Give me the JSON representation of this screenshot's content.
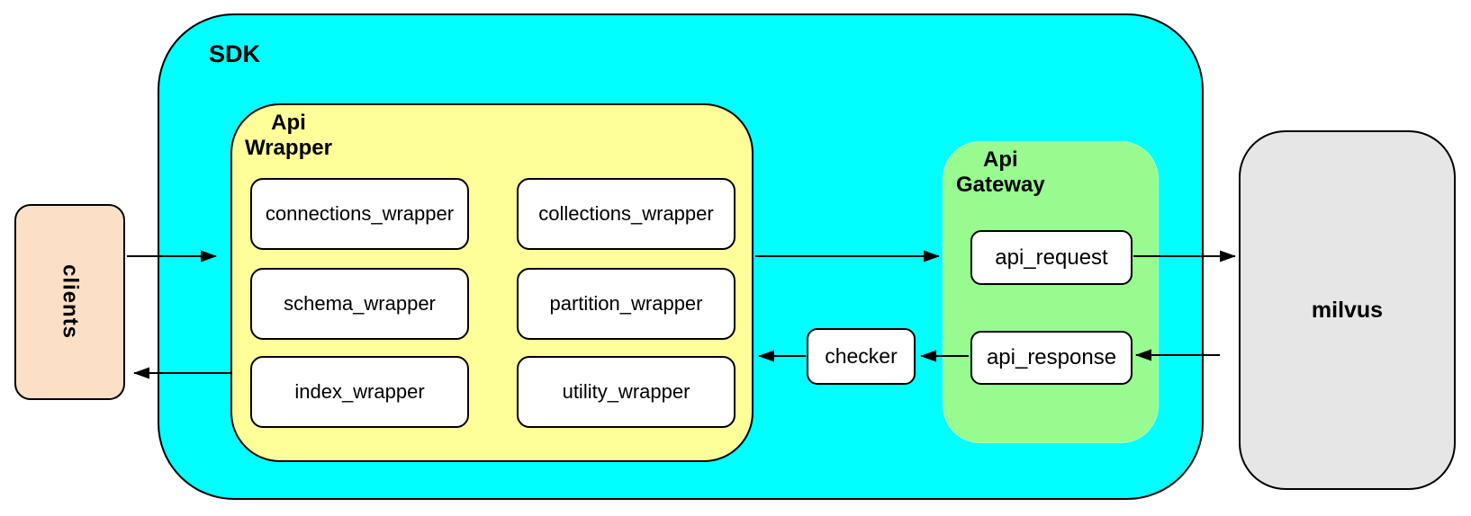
{
  "nodes": {
    "clients": {
      "label": "clients",
      "fill": "#FBE0C7"
    },
    "sdk": {
      "label": "SDK",
      "fill": "#00FFFF"
    },
    "api_wrapper": {
      "label_line1": "Api",
      "label_line2": "Wrapper",
      "fill": "#FFFF99",
      "boxes": [
        "connections_wrapper",
        "collections_wrapper",
        "schema_wrapper",
        "partition_wrapper",
        "index_wrapper",
        "utility_wrapper"
      ]
    },
    "checker": {
      "label": "checker",
      "fill": "#FFFFFF"
    },
    "api_gateway": {
      "label_line1": "Api",
      "label_line2": "Gateway",
      "fill": "#97FB8F",
      "boxes": [
        "api_request",
        "api_response"
      ]
    },
    "milvus": {
      "label": "milvus",
      "fill": "#E6E6E6"
    }
  },
  "edges": [
    {
      "id": "clients-to-api-wrapper",
      "from": "clients",
      "to": "api_wrapper",
      "direction": "right"
    },
    {
      "id": "api-wrapper-to-clients",
      "from": "api_wrapper",
      "to": "clients",
      "direction": "left"
    },
    {
      "id": "api-wrapper-to-api-gateway",
      "from": "api_wrapper",
      "to": "api_gateway",
      "direction": "right"
    },
    {
      "id": "api-request-to-milvus",
      "from": "api_request",
      "to": "milvus",
      "direction": "right"
    },
    {
      "id": "milvus-to-api-response",
      "from": "milvus",
      "to": "api_response",
      "direction": "left"
    },
    {
      "id": "api-response-to-checker",
      "from": "api_response",
      "to": "checker",
      "direction": "left"
    },
    {
      "id": "checker-to-api-wrapper",
      "from": "checker",
      "to": "api_wrapper",
      "direction": "left"
    }
  ]
}
